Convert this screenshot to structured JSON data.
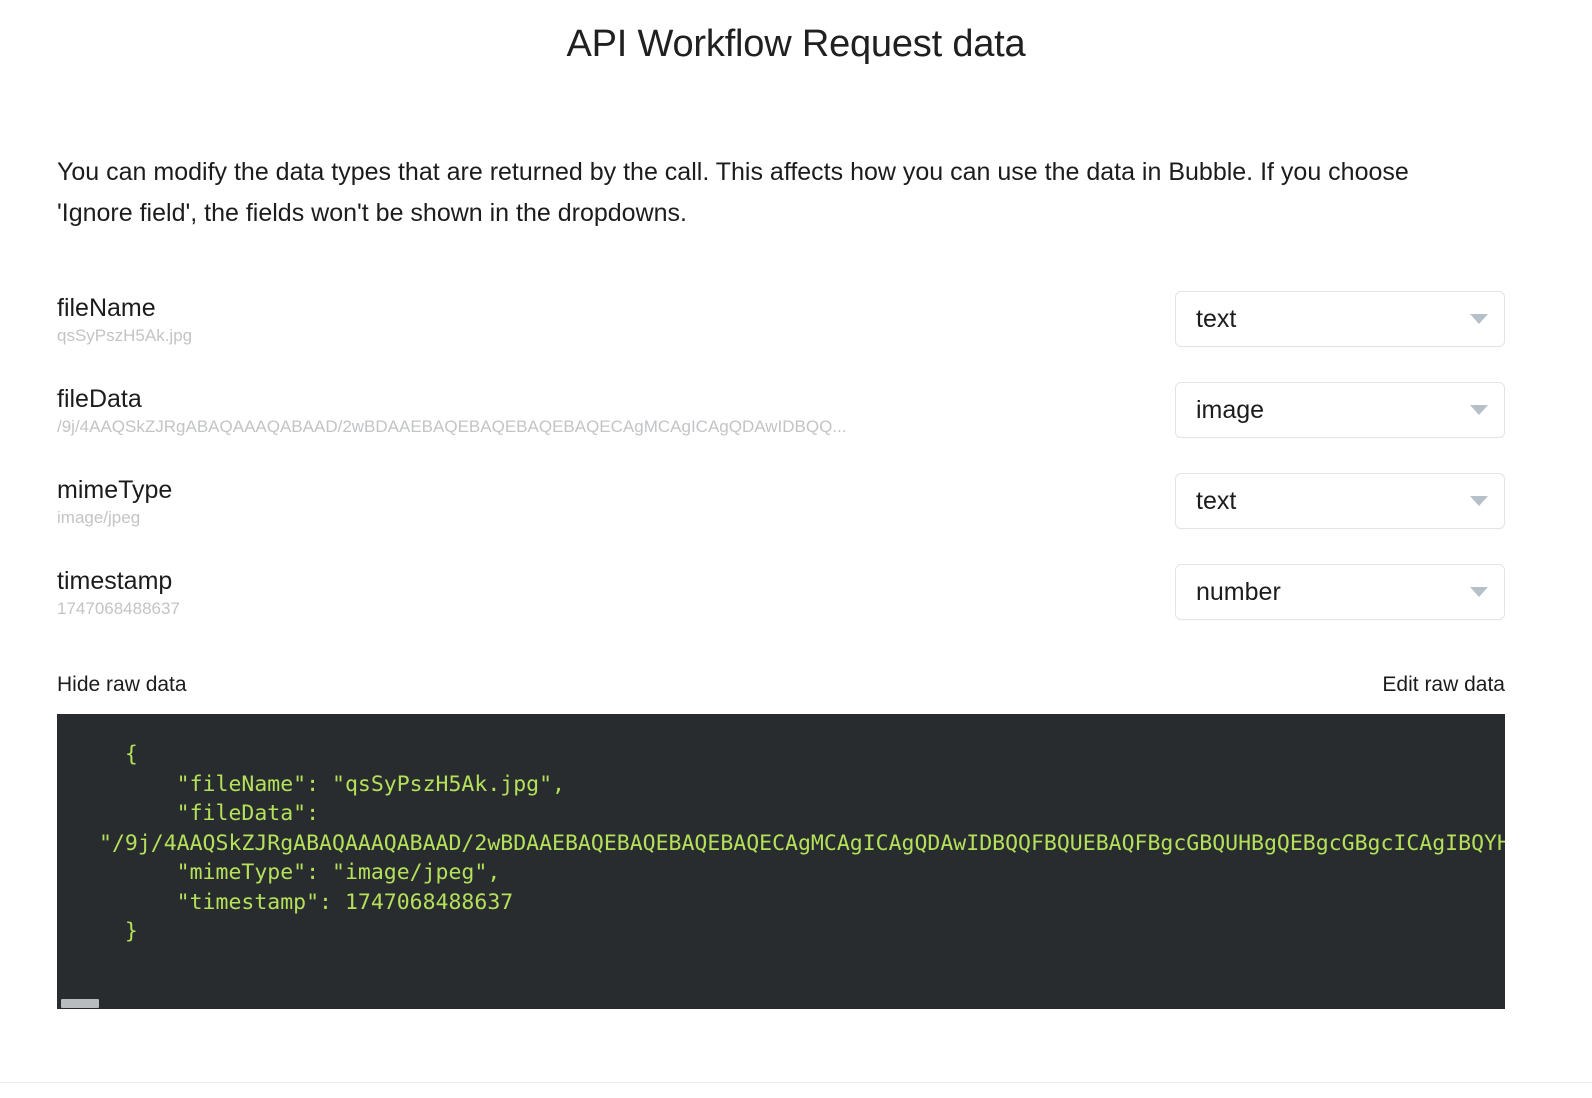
{
  "header": {
    "title": "API Workflow Request data"
  },
  "description": "You can modify the data types that are returned by the call. This affects how you can use the data in Bubble. If you choose 'Ignore field', the fields won't be shown in the dropdowns.",
  "fields": [
    {
      "name": "fileName",
      "value": "qsSyPszH5Ak.jpg",
      "type": "text"
    },
    {
      "name": "fileData",
      "value": "/9j/4AAQSkZJRgABAQAAAQABAAD/2wBDAAEBAQEBAQEBAQEBAQECAgMCAgICAgQDAwIDBQQ...",
      "type": "image"
    },
    {
      "name": "mimeType",
      "value": "image/jpeg",
      "type": "text"
    },
    {
      "name": "timestamp",
      "value": "1747068488637",
      "type": "number"
    }
  ],
  "raw_data": {
    "hide_label": "Hide raw data",
    "edit_label": "Edit raw data",
    "code": "  {\n      \"fileName\": \"qsSyPszH5Ak.jpg\",\n      \"fileData\":\n\"/9j/4AAQSkZJRgABAQAAAQABAAD/2wBDAAEBAQEBAQEBAQEBAQECAgMCAgICAgQDAwIDBQQFBQUEBAQFBgcGBQUHBgQEBgcGBgcICAgIBQYHCAgHCAcICAg=\n      \"mimeType\": \"image/jpeg\",\n      \"timestamp\": 1747068488637\n  }"
  },
  "colors": {
    "code_background": "#282c2f",
    "code_text": "#b4e05a",
    "field_value_text": "#c2c4c6",
    "dropdown_border": "#e2e4e6",
    "caret": "#b6c0c8"
  }
}
